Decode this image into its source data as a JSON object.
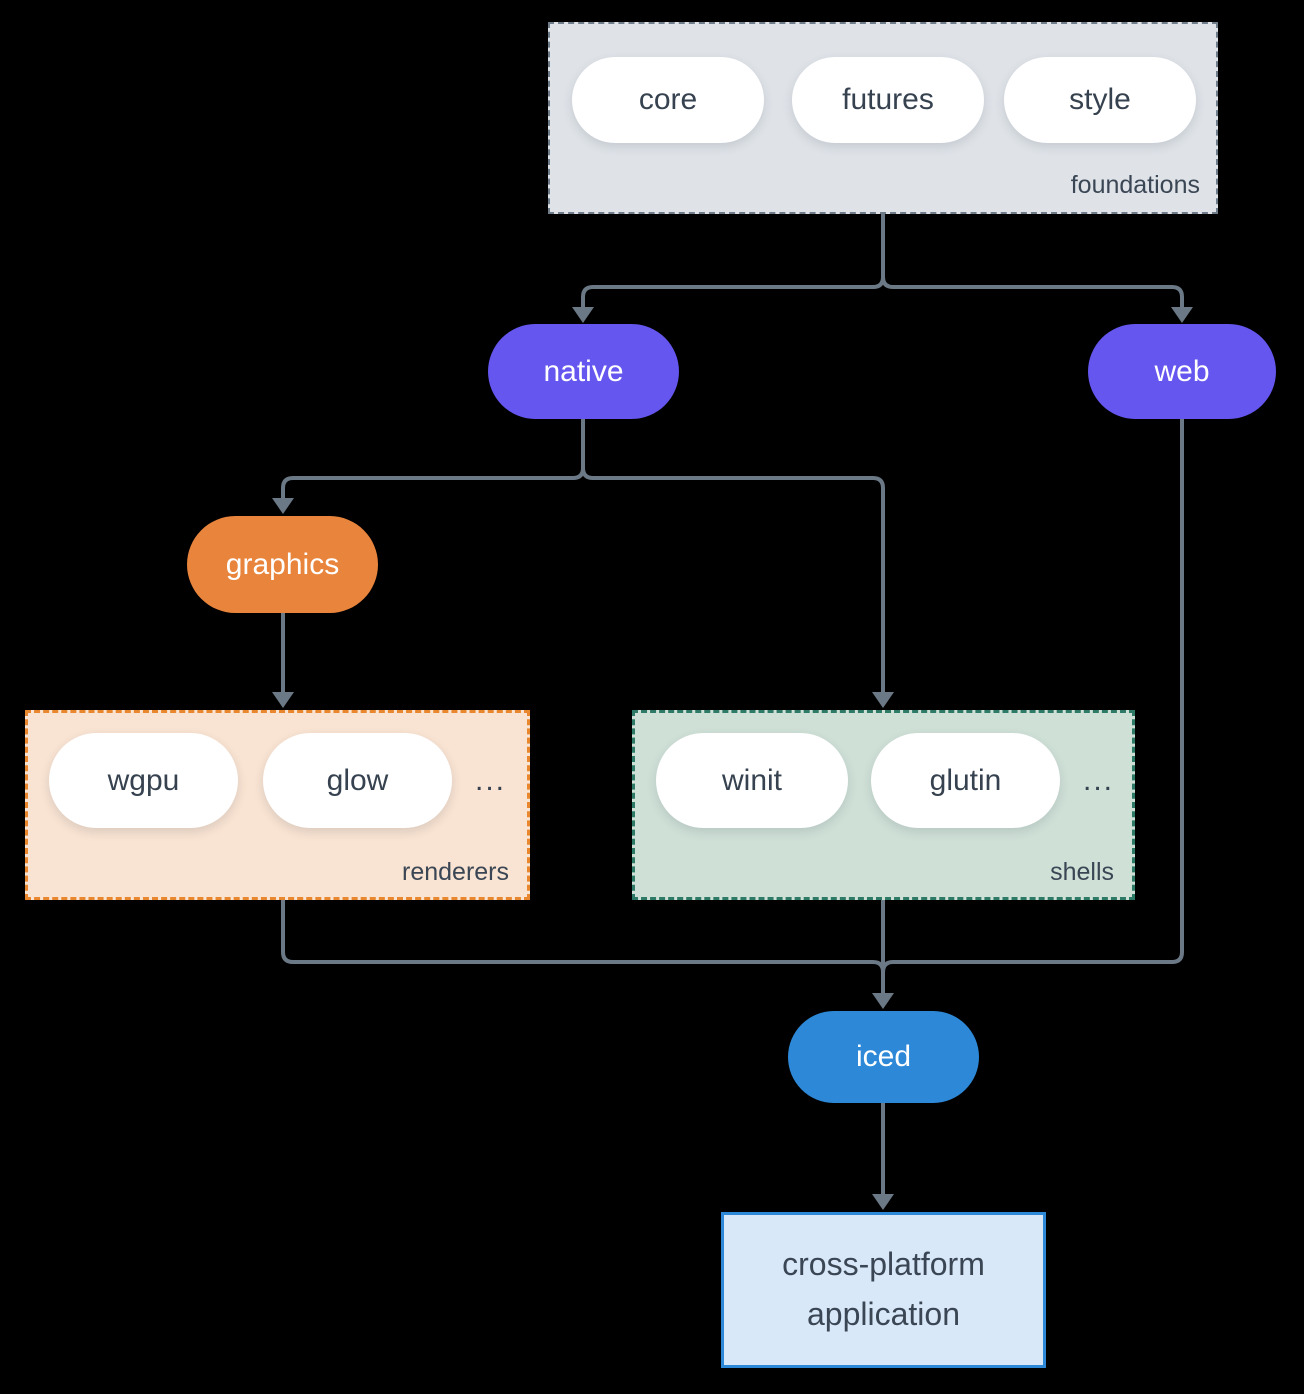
{
  "nodes": {
    "foundations": {
      "label": "foundations",
      "pills": [
        "core",
        "futures",
        "style"
      ]
    },
    "native": {
      "label": "native"
    },
    "web": {
      "label": "web"
    },
    "graphics": {
      "label": "graphics"
    },
    "renderers": {
      "label": "renderers",
      "pills": [
        "wgpu",
        "glow"
      ],
      "ellipsis": "..."
    },
    "shells": {
      "label": "shells",
      "pills": [
        "winit",
        "glutin"
      ],
      "ellipsis": "..."
    },
    "iced": {
      "label": "iced"
    },
    "application": {
      "label": "cross-platform application"
    }
  },
  "edges": [
    "foundations -> native",
    "foundations -> web",
    "native -> graphics",
    "native -> shells",
    "graphics -> renderers",
    "renderers -> iced",
    "shells -> iced",
    "web -> iced",
    "iced -> application"
  ],
  "colors": {
    "background": "#000000",
    "connector": "#6b7885",
    "foundations_fill": "#dfe3e8",
    "foundations_border": "#6f7c8a",
    "purple": "#6456ee",
    "orange": "#e8843c",
    "renderers_fill": "#f9e3d2",
    "renderers_border": "#e8872e",
    "shells_fill": "#cfe0d7",
    "shells_border": "#2d7a66",
    "blue": "#2d89d8",
    "application_fill": "#d8e8f8",
    "text_dark": "#3a4654",
    "text_light": "#ffffff"
  }
}
